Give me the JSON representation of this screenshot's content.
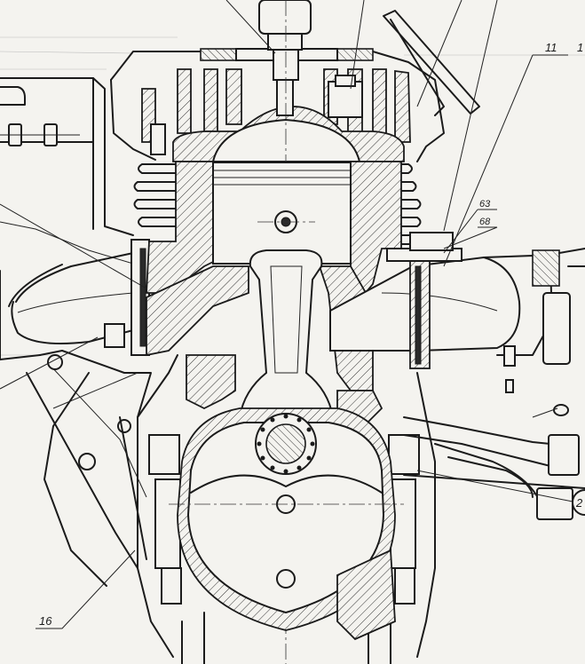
{
  "callouts": {
    "c11": "11",
    "c1_partial": "1",
    "c63": "63",
    "c68": "68",
    "c16": "16",
    "c2_partial": "2"
  }
}
